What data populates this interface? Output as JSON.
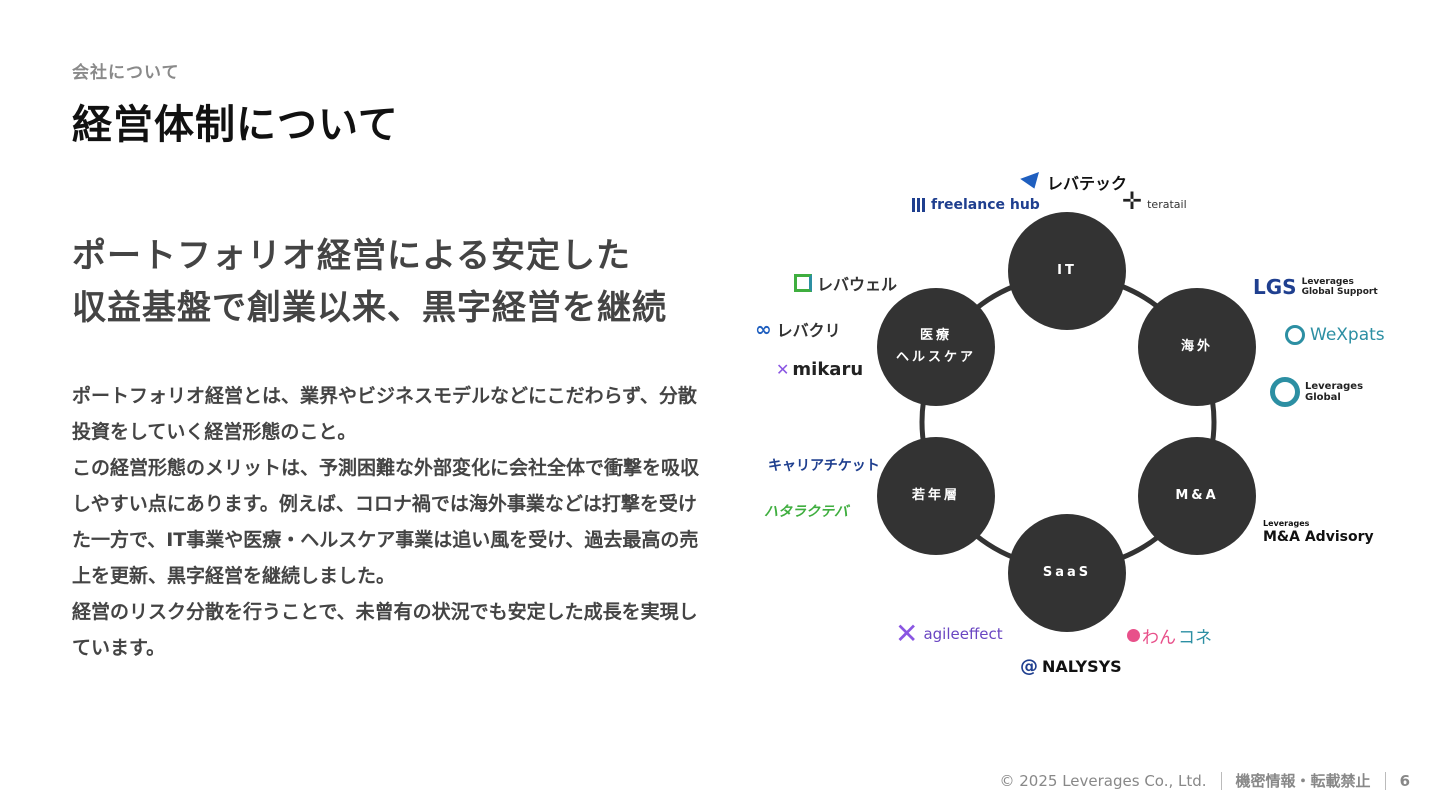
{
  "header": {
    "eyebrow": "会社について",
    "title": "経営体制について"
  },
  "headline": {
    "line1": "ポートフォリオ経営による安定した",
    "line2": "収益基盤で創業以来、黒字経営を継続"
  },
  "body": {
    "p1": "ポートフォリオ経営とは、業界やビジネスモデルなどにこだわらず、分散投資をしていく経営形態のこと。",
    "p2": "この経営形態のメリットは、予測困難な外部変化に会社全体で衝撃を吸収しやすい点にあります。例えば、コロナ禍では海外事業などは打撃を受けた一方で、IT事業や医療・ヘルスケア事業は追い風を受け、過去最高の売上を更新、黒字経営を継続しました。",
    "p3": "経営のリスク分散を行うことで、未曾有の状況でも安定した成長を実現しています。"
  },
  "segments": {
    "it": "IT",
    "overseas": "海外",
    "ma": "M&A",
    "saas": "SaaS",
    "youth": "若年層",
    "medical": "医療\nヘルスケア"
  },
  "brands": {
    "levtech": "レバテック",
    "freelance_hub": "freelance hub",
    "teratail": "teratail",
    "lgs": "LGS",
    "lgs_name1": "Leverages",
    "lgs_name2": "Global Support",
    "wexpats": "WeXpats",
    "lev_global1": "Leverages",
    "lev_global2": "Global",
    "lev_ma1": "Leverages",
    "lev_ma2": "M&A Advisory",
    "agile_effect": "agileeffect",
    "wankone_a": "わん",
    "wankone_b": "コネ",
    "nalysys": "NALYSYS",
    "career_ticket": "キャリアチケット",
    "hatarakuteba": "ハタラクテバ",
    "levwell": "レバウェル",
    "levkuri": "レバクリ",
    "mikaru": "mikaru"
  },
  "footer": {
    "copyright": "©  2025 Leverages Co., Ltd.",
    "confidential": "機密情報・転載禁止",
    "page": "6"
  },
  "colors": {
    "node": "#333333",
    "ring": "#333333",
    "levtech_blue": "#1f5fbf",
    "wexpats_teal": "#2c8fa3",
    "agile_purple": "#8a56e2",
    "wankone_pink": "#e8508a",
    "hataraku_green": "#3fae3f"
  }
}
